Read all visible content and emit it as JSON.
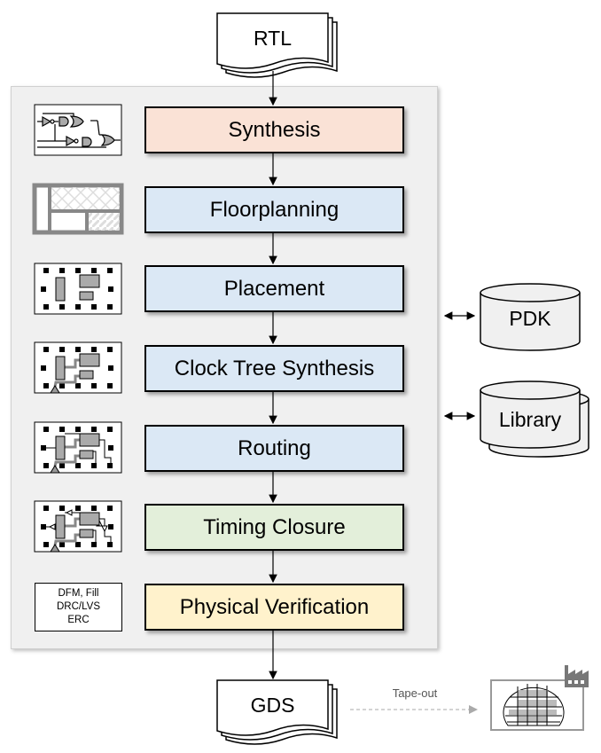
{
  "input": {
    "label": "RTL"
  },
  "output": {
    "label": "GDS"
  },
  "stages": [
    {
      "label": "Synthesis",
      "color": "#fae2d6"
    },
    {
      "label": "Floorplanning",
      "color": "#dbe8f5"
    },
    {
      "label": "Placement",
      "color": "#dbe8f5"
    },
    {
      "label": "Clock Tree Synthesis",
      "color": "#dbe8f5"
    },
    {
      "label": "Routing",
      "color": "#dbe8f5"
    },
    {
      "label": "Timing Closure",
      "color": "#e3efda"
    },
    {
      "label": "Physical Verification",
      "color": "#fff2cc"
    }
  ],
  "verification_checks": [
    "DFM, Fill",
    "DRC/LVS",
    "ERC"
  ],
  "databases": [
    {
      "label": "PDK"
    },
    {
      "label": "Library"
    }
  ],
  "tapeout": {
    "label": "Tape-out"
  },
  "icons": [
    "logic-gates-icon",
    "floorplan-icon",
    "placement-icon",
    "clock-tree-icon",
    "routing-icon",
    "timing-icon",
    "wafer-icon",
    "factory-icon"
  ]
}
